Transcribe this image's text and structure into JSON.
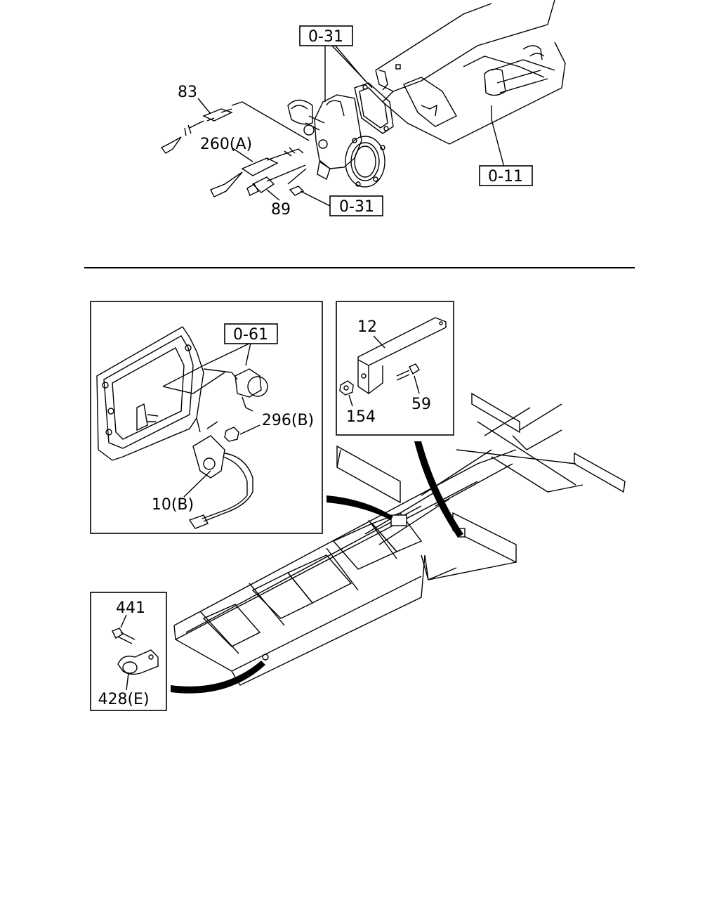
{
  "top_section": {
    "refs": {
      "ref_031_top": "0-31",
      "ref_031_bottom": "0-31",
      "ref_011": "0-11"
    },
    "parts": {
      "p83": "83",
      "p260a": "260(A)",
      "p89": "89"
    }
  },
  "bottom_section": {
    "inset_left": {
      "ref_061": "0-61",
      "p296b": "296(B)",
      "p10b": "10(B)"
    },
    "inset_right": {
      "p12": "12",
      "p154": "154",
      "p59": "59"
    },
    "inset_clamp": {
      "p441": "441",
      "p428e": "428(E)"
    }
  }
}
